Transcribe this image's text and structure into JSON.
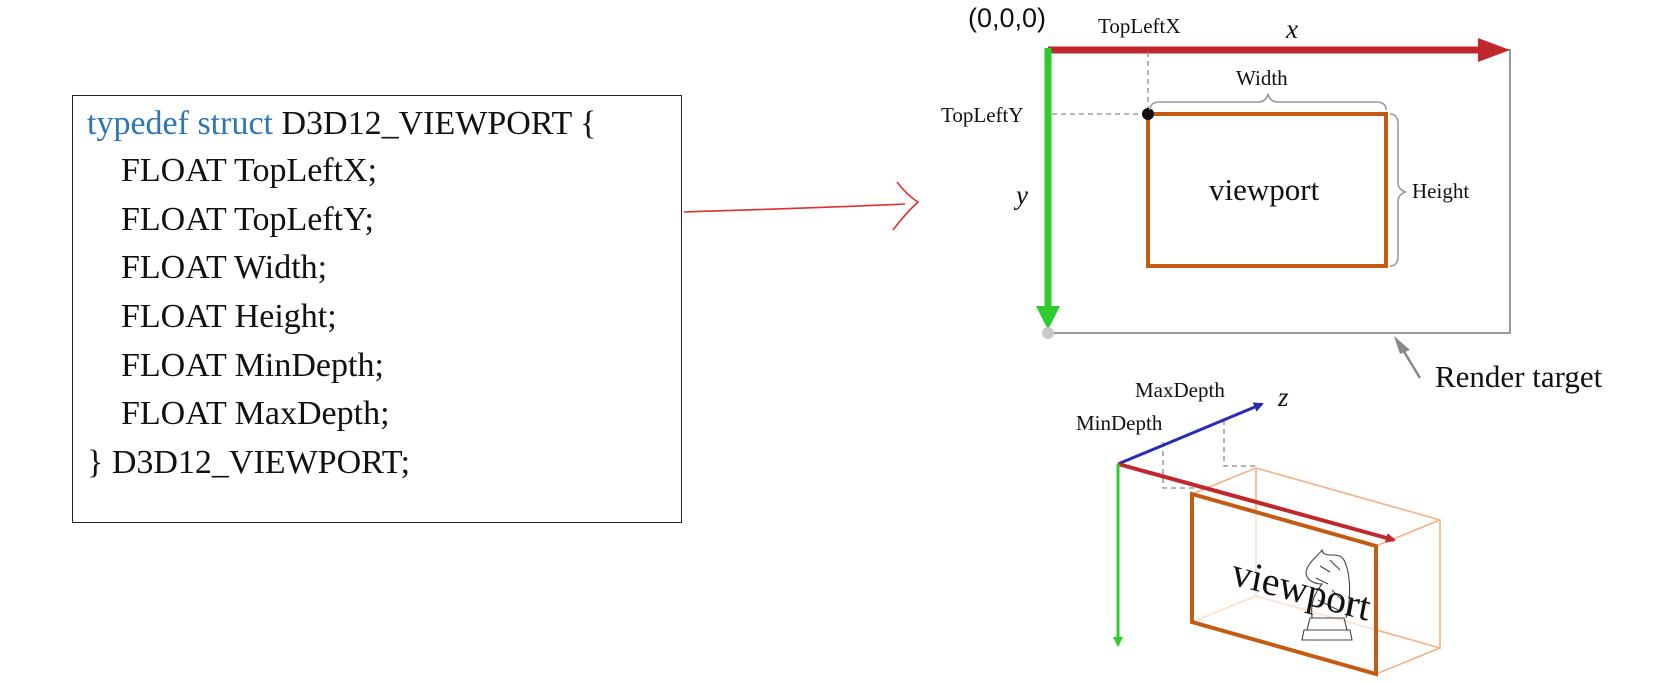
{
  "code": {
    "line1_keyword": "typedef struct",
    "line1_rest": " D3D12_VIEWPORT {",
    "fields": [
      "FLOAT TopLeftX;",
      "FLOAT TopLeftY;",
      "FLOAT Width;",
      "FLOAT Height;",
      "FLOAT MinDepth;",
      "FLOAT MaxDepth;"
    ],
    "closing": "} D3D12_VIEWPORT;"
  },
  "diagram2d": {
    "origin_label": "(0,0,0)",
    "x_axis": "x",
    "y_axis": "y",
    "top_left_x": "TopLeftX",
    "top_left_y": "TopLeftY",
    "width": "Width",
    "height": "Height",
    "viewport": "viewport",
    "render_target": "Render target"
  },
  "diagram3d": {
    "z_axis": "z",
    "max_depth": "MaxDepth",
    "min_depth": "MinDepth",
    "viewport": "viewport"
  },
  "colors": {
    "keyword": "#2e75b6",
    "x_axis": "#c0282d",
    "y_axis": "#2ecc2e",
    "z_axis": "#2a2ab8",
    "viewport_border": "#c55a11",
    "depth_box": "#f4b183",
    "guide": "#888888",
    "connector": "#e03030"
  }
}
